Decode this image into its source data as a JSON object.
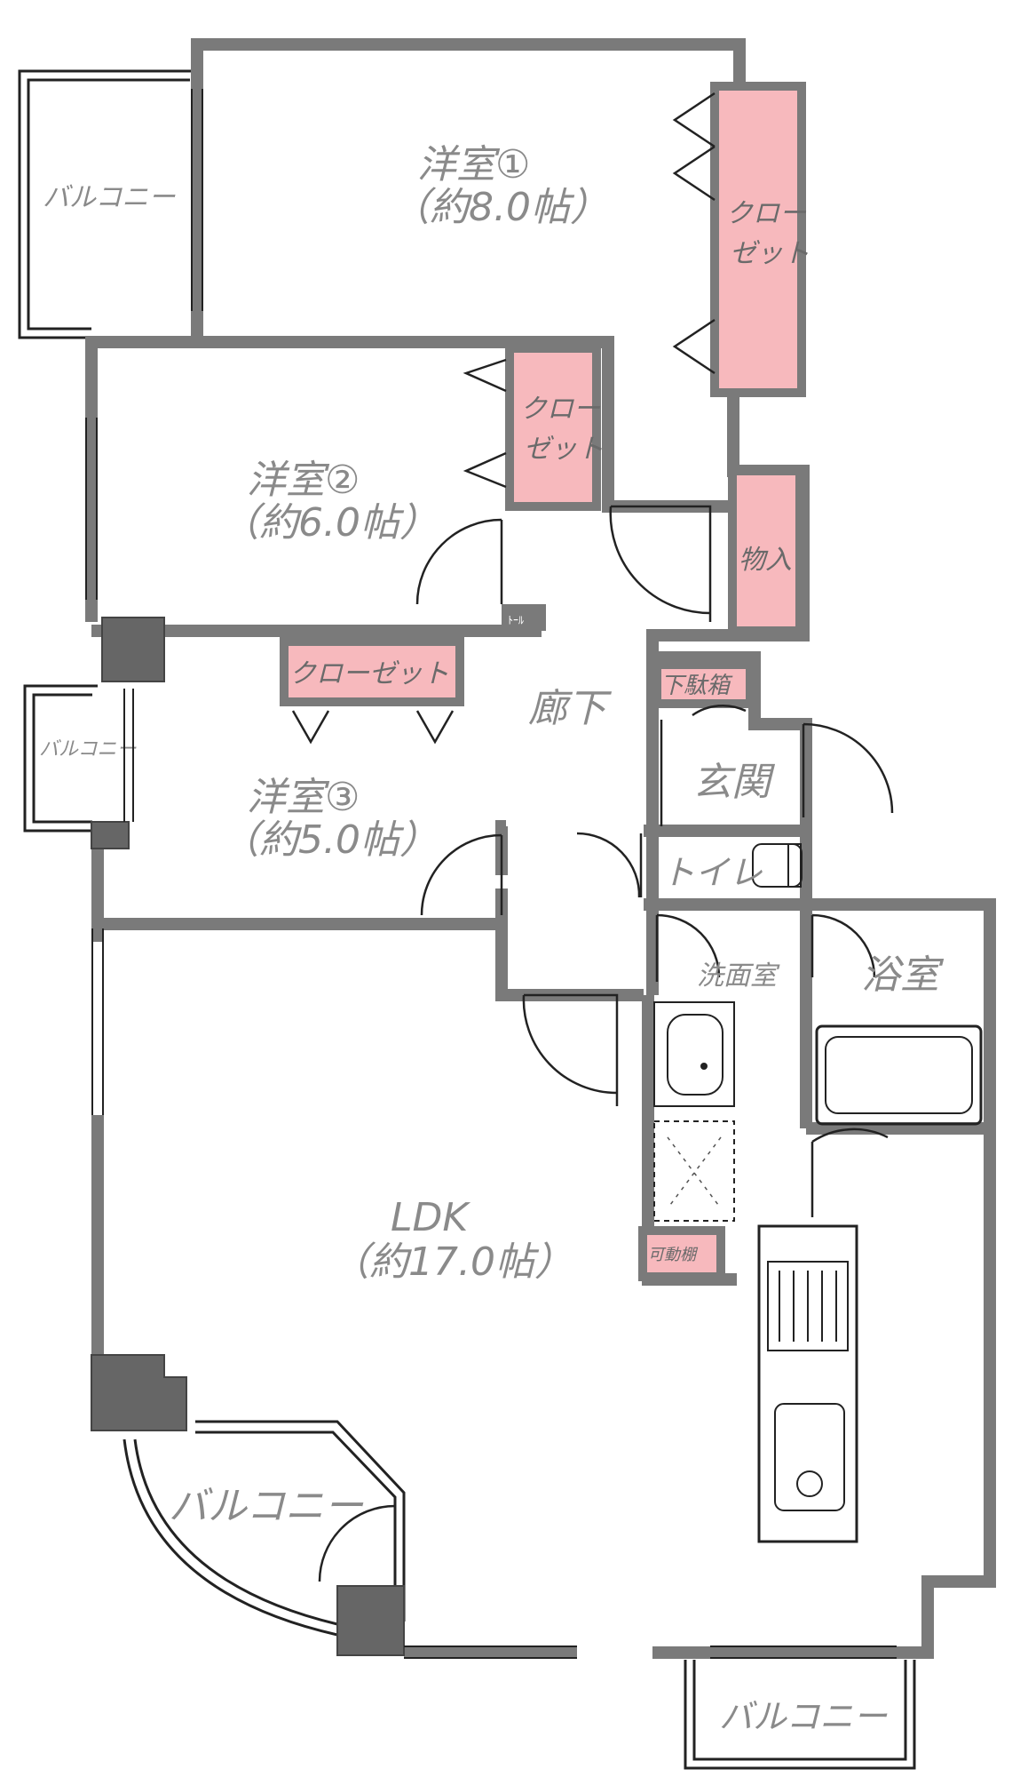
{
  "rooms": {
    "western1": {
      "name": "洋室①",
      "size": "（約8.0帖）"
    },
    "western2": {
      "name": "洋室②",
      "size": "（約6.0帖）"
    },
    "western3": {
      "name": "洋室③",
      "size": "（約5.0帖）"
    },
    "ldk": {
      "name": "LDK",
      "size": "（約17.0帖）"
    },
    "corridor": "廊下",
    "entrance": "玄関",
    "toilet": "トイレ",
    "washroom": "洗面室",
    "bathroom": "浴室"
  },
  "storage": {
    "closet1": "クロー\nゼット",
    "closet2": "クロー\nゼット",
    "closet3": "クローゼット",
    "walkin": "物入",
    "shoebox": "下駄箱",
    "storage_small": "可動棚",
    "tiny_label": "ﾄｰﾙ"
  },
  "balconies": {
    "top_left": "バルコニー",
    "mid_left": "バルコニー",
    "bottom_left": "バルコニー",
    "bottom_right": "バルコニー"
  },
  "colors": {
    "wall": "#7a7a7a",
    "closet_fill": "#f7b9bd",
    "pillar": "#666666",
    "label": "#8a8a8a"
  }
}
